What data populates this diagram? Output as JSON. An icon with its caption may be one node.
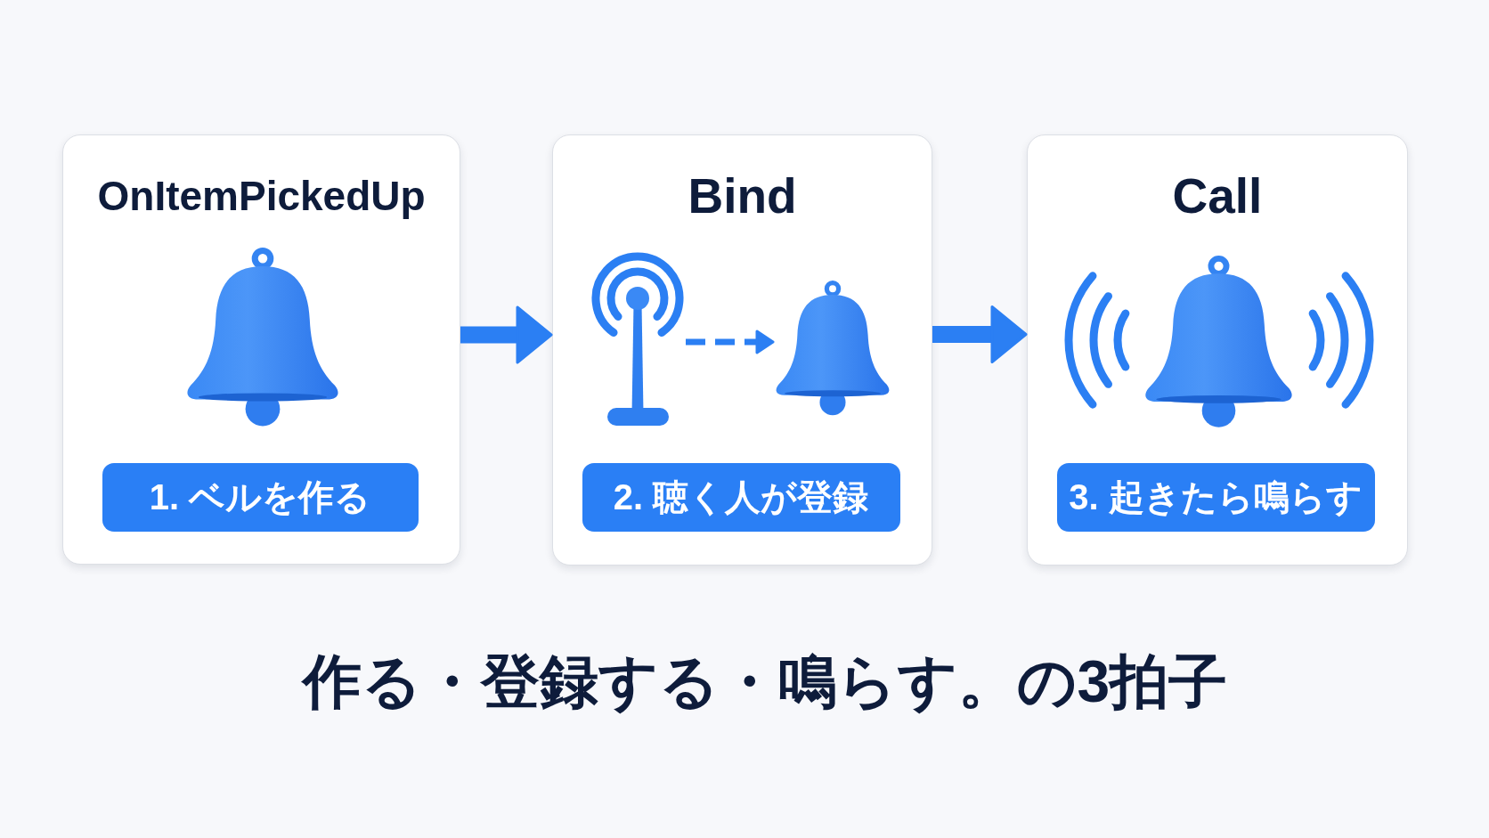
{
  "diagram": {
    "caption": "作る・登録する・鳴らす。の3拍子",
    "nodes": [
      {
        "text": [
          "OnItemPickedUp"
        ]
      },
      {
        "text": [
          "1. ベルを作る"
        ],
        "in": 0
      },
      {
        "text": [
          "Bind"
        ]
      },
      {
        "text": [],
        "shape": "picture",
        "in": 2
      },
      {
        "text": [],
        "shape": "picture",
        "in": 2
      },
      {
        "text": [
          "2. 聴く人が登録"
        ],
        "in": 2
      },
      {
        "text": [
          "Call"
        ]
      },
      {
        "text": [
          "3. 起きたら鳴らす"
        ],
        "in": 6
      }
    ],
    "edges": [
      {
        "from": 0,
        "to": 2,
        "arrow": "to"
      },
      {
        "from": 2,
        "to": 6,
        "arrow": "to"
      },
      {
        "from": 3,
        "to": 4,
        "arrow": "to",
        "style": "dashed"
      }
    ]
  }
}
